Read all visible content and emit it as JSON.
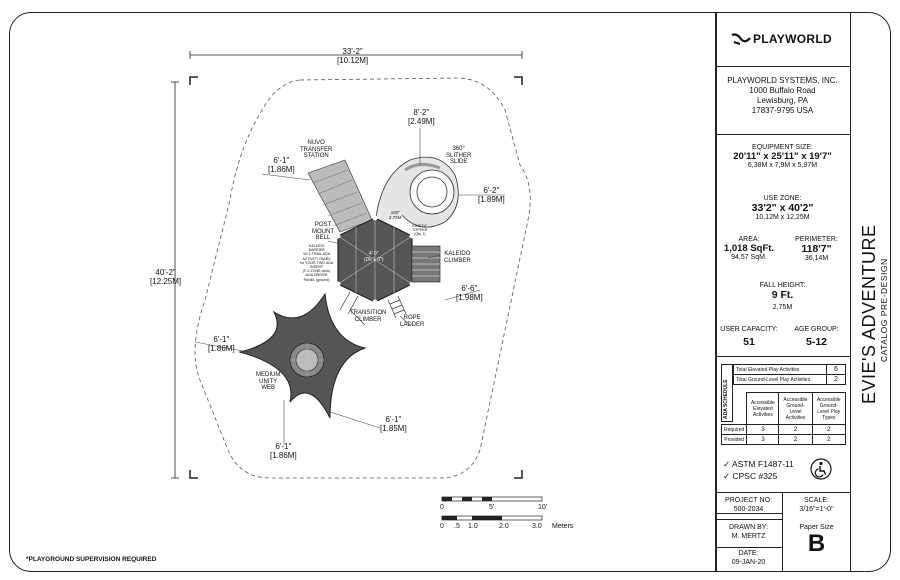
{
  "company": {
    "logo_text": "PLAYWORLD",
    "name": "PLAYWORLD SYSTEMS, INC.",
    "address1": "1000 Buffalo Road",
    "address2": "Lewisburg, PA",
    "address3": "17837-9795  USA"
  },
  "specs": {
    "equipment_size_label": "EQUIPMENT SIZE:",
    "equipment_size": "20'11\" x 25'11\" x 19'7\"",
    "equipment_size_metric": "6,38M x 7,9M x 5,97M",
    "use_zone_label": "USE ZONE:",
    "use_zone": "33'2\" x 40'2\"",
    "use_zone_metric": "10,12M x 12,25M",
    "area_label": "AREA:",
    "area": "1,018 SqFt.",
    "area_metric": "94,57 SqM.",
    "perimeter_label": "PERIMETER:",
    "perimeter": "118'7\"",
    "perimeter_metric": "36,14M",
    "fall_height_label": "FALL HEIGHT:",
    "fall_height": "9 Ft.",
    "fall_height_metric": "2,75M",
    "capacity_label": "USER CAPACITY:",
    "capacity": "51",
    "age_label": "AGE GROUP:",
    "age": "5-12"
  },
  "ada": {
    "title": "ADA SCHEDULE",
    "elevated_label": "Total Elevated Play Activities",
    "elevated_value": "6",
    "ground_label": "Total Ground-Level Play Activities",
    "ground_value": "2",
    "col1": "Accessible Elevated Activities",
    "col2": "Accessible Ground-Level Activities",
    "col3": "Accessible Ground-Level Play Types",
    "required_label": "Required",
    "required": [
      "3",
      "2",
      "2"
    ],
    "provided_label": "Provided",
    "provided": [
      "3",
      "2",
      "2"
    ]
  },
  "compliance": {
    "astm": "ASTM F1487-11",
    "cpsc": "CPSC #325",
    "check": "✓"
  },
  "project": {
    "project_no_label": "PROJECT NO:",
    "project_no": "500-2034",
    "scale_label": "SCALE:",
    "scale": "3/16\"=1'-0\"",
    "drawn_by_label": "DRAWN BY:",
    "drawn_by": "M. MERTZ",
    "date_label": "DATE:",
    "date": "09-JAN-20",
    "paper_size_label": "Paper Size",
    "paper_size": "B"
  },
  "title": {
    "main": "EVIE'S ADVENTURE",
    "sub": "CATALOG PRE-DESIGN"
  },
  "plan": {
    "width_ft": "33'-2\"",
    "width_m": "[10.12M]",
    "height_ft": "40'-2\"",
    "height_m": "[12.25M]",
    "dims": [
      {
        "ft": "8'-2\"",
        "m": "[2.49M]"
      },
      {
        "ft": "6'-1\"",
        "m": "[1.86M]"
      },
      {
        "ft": "6'-2\"",
        "m": "[1.89M]"
      },
      {
        "ft": "6'-6\"",
        "m": "[1.98M]"
      },
      {
        "ft": "6'-1\"",
        "m": "[1.86M]"
      },
      {
        "ft": "6'-1\"",
        "m": "[1.85M]"
      },
      {
        "ft": "6'-1\"",
        "m": "[1.86M]"
      }
    ],
    "labels": {
      "transfer": "NUVO\nTRANSFER\nSTATION",
      "slither": "360°\nSLITHER\nSLIDE",
      "post_bell": "POST\nMOUNT\nBELL",
      "kaleido_barrier": "KALEIDO\nBARRIER\nW/ 2-TRAIL ADA\nACTIVITY PANEL\nfor YOUR-TWO ADA\nINSERT\n(F-2 ZONE deck)\nADA DRIVER\nPANEL (ground)",
      "height_100": "100\"\n2,75M",
      "kinetic": "KINETIC\nTOPPER\n(Qty 1)",
      "deck": "4' 0\"\n(Dk 1 0\")",
      "kaleido_climber": "KALEIDO\nCLIMBER",
      "transition": "TRANSITION\nCLIMBER",
      "rope_ladder": "ROPE\nLADDER",
      "unity_web": "MEDIUM\nUNITY\nWEB"
    },
    "scale_bar_ft": [
      "0",
      "5'",
      "10'"
    ],
    "scale_bar_m": [
      "0",
      ".5",
      "1.0",
      "2.0",
      "3.0"
    ],
    "scale_bar_unit": "Meters",
    "note": "*PLAYGROUND SUPERVISION REQUIRED"
  }
}
